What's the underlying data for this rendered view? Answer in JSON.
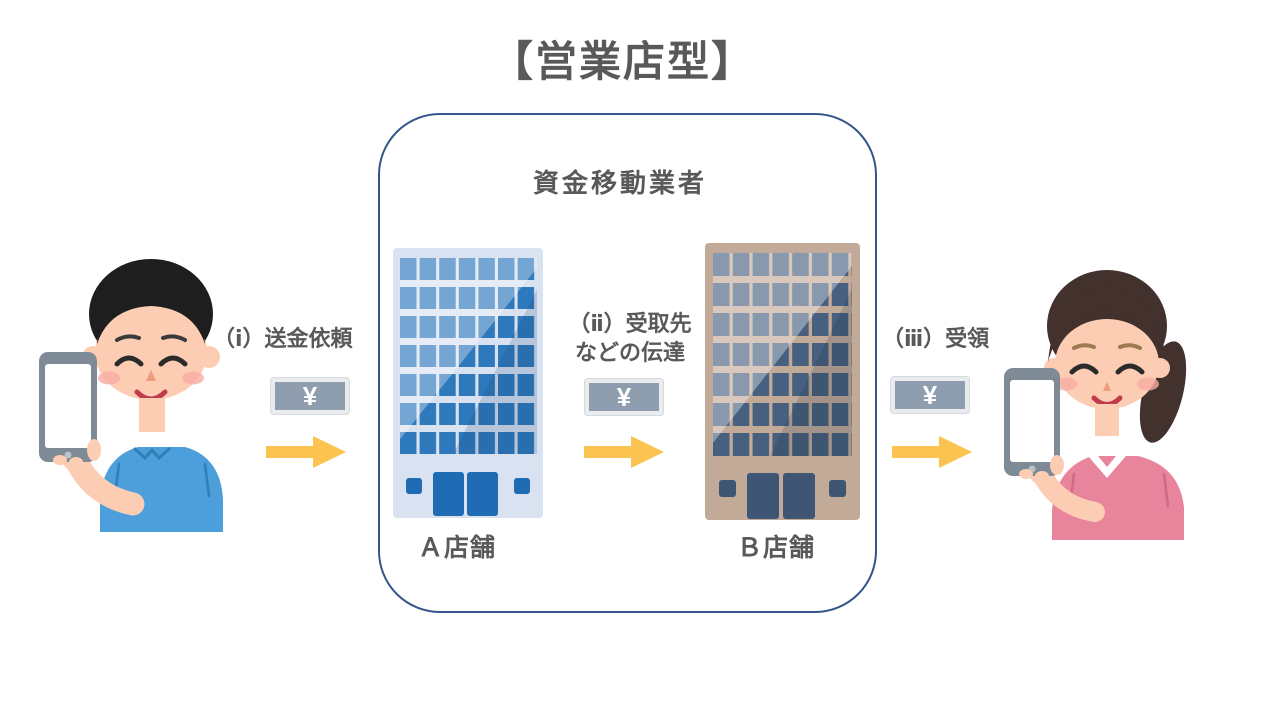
{
  "title": "【営業店型】",
  "provider_box": {
    "label": "資金移動業者"
  },
  "buildings": {
    "a": {
      "label": "Ａ店舗"
    },
    "b": {
      "label": "Ｂ店舗"
    }
  },
  "flows": {
    "f1": {
      "label": "（ⅰ）送金依頼"
    },
    "f2": {
      "line1": "（ⅱ）受取先",
      "line2": "などの伝達"
    },
    "f3": {
      "label": "（ⅲ）受領"
    }
  },
  "money_icon": {
    "symbol": "¥"
  },
  "icon_names": {
    "sender": "man-with-smartphone-icon",
    "receiver": "woman-with-smartphone-icon",
    "bill": "yen-banknote-icon",
    "arrow": "flow-arrow-icon"
  },
  "colors": {
    "text_gray": "#595959",
    "container_border": "#35568A",
    "arrow_yellow": "#FBC34F",
    "bill_outer": "#E9EBEE",
    "bill_inner": "#8E9EAF",
    "building_a_body": "#D9E2F1",
    "building_a_window": "#2E78BC",
    "building_a_door": "#1F6CB5",
    "building_b_body": "#C2AA99",
    "building_b_window": "#47607F",
    "building_b_door": "#3E5674",
    "shirt_blue": "#4D9FDB",
    "sweater_pink": "#E8849B",
    "skin": "#FCCDB2",
    "phone_frame": "#7E8A96"
  }
}
